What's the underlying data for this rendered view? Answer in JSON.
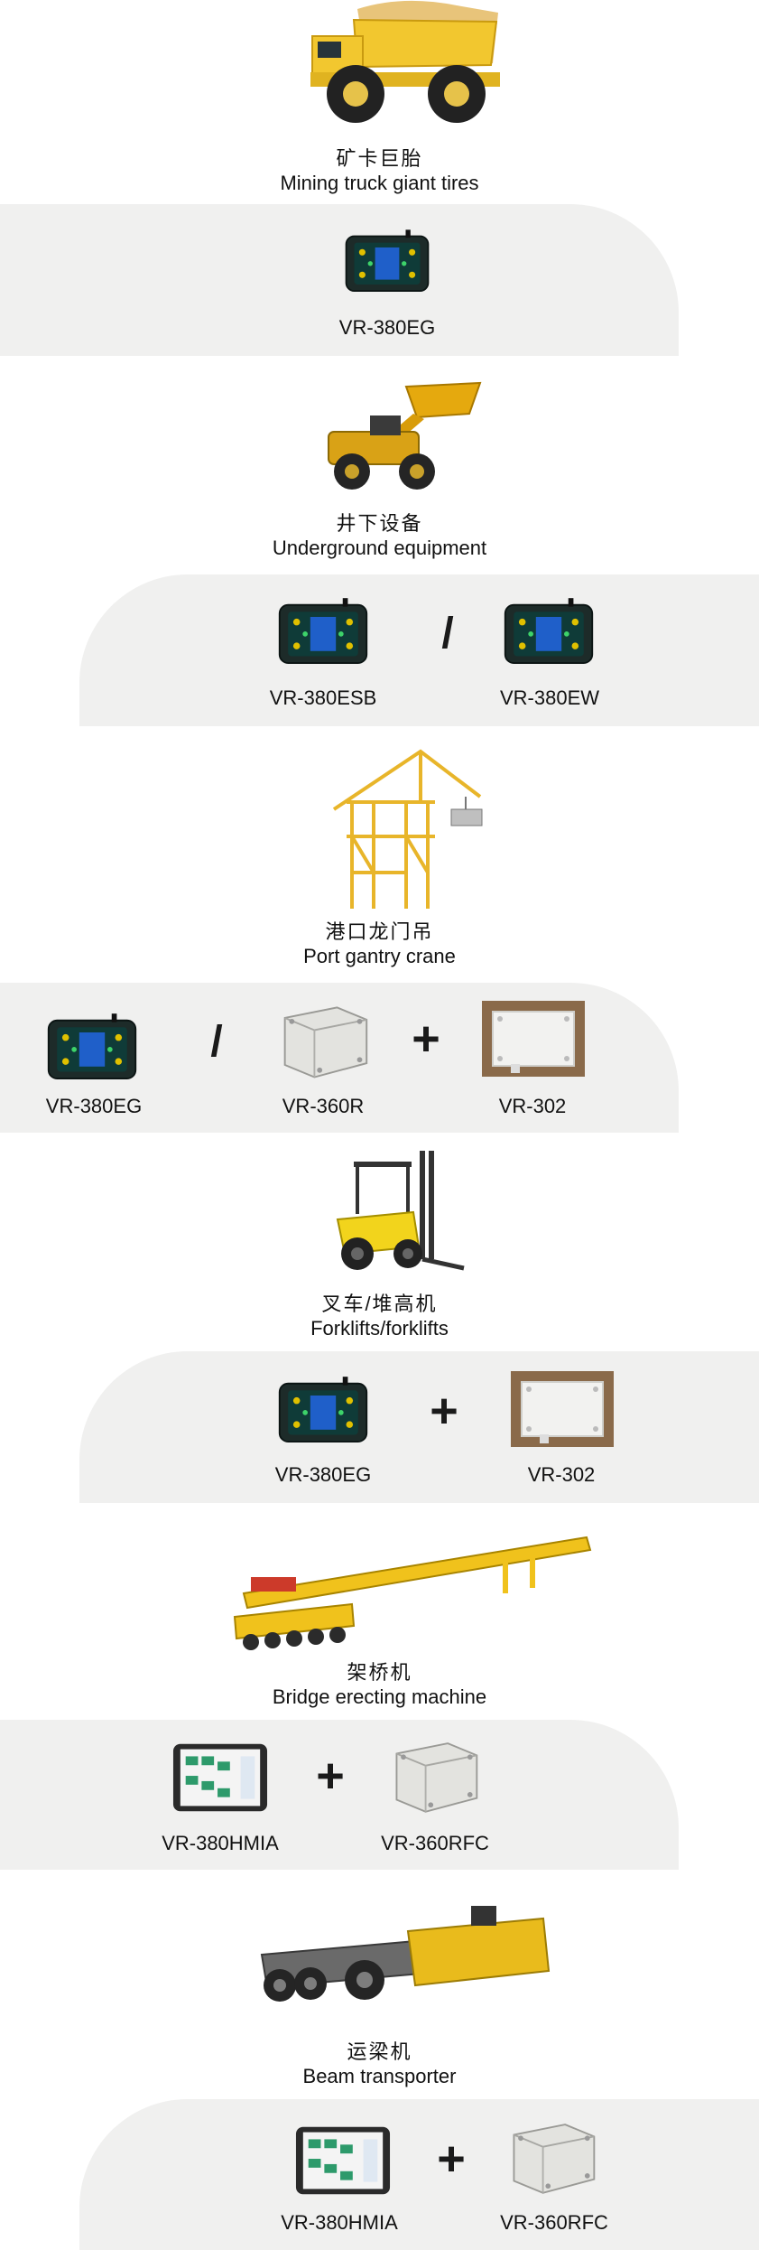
{
  "sections": [
    {
      "title_cn": "矿卡巨胎",
      "title_en": "Mining truck giant tires",
      "products": [
        "VR-380EG"
      ]
    },
    {
      "title_cn": "井下设备",
      "title_en": "Underground equipment",
      "products": [
        "VR-380ESB",
        "VR-380EW"
      ],
      "operators": [
        "/"
      ]
    },
    {
      "title_cn": "港口龙门吊",
      "title_en": "Port gantry crane",
      "products": [
        "VR-380EG",
        "VR-360R",
        "VR-302"
      ],
      "operators": [
        "/",
        "+"
      ]
    },
    {
      "title_cn": "叉车/堆高机",
      "title_en": "Forklifts/forklifts",
      "products": [
        "VR-380EG",
        "VR-302"
      ],
      "operators": [
        "+"
      ]
    },
    {
      "title_cn": "架桥机",
      "title_en": "Bridge erecting machine",
      "products": [
        "VR-380HMIA",
        "VR-360RFC"
      ],
      "operators": [
        "+"
      ]
    },
    {
      "title_cn": "运梁机",
      "title_en": "Beam transporter",
      "products": [
        "VR-380HMIA",
        "VR-360RFC"
      ],
      "operators": [
        "+"
      ]
    }
  ],
  "colors": {
    "panel": "#f0f0ef",
    "machine_yellow": "#f2c72f",
    "device_dark": "#16302d",
    "box_grey": "#d9d9d6"
  }
}
